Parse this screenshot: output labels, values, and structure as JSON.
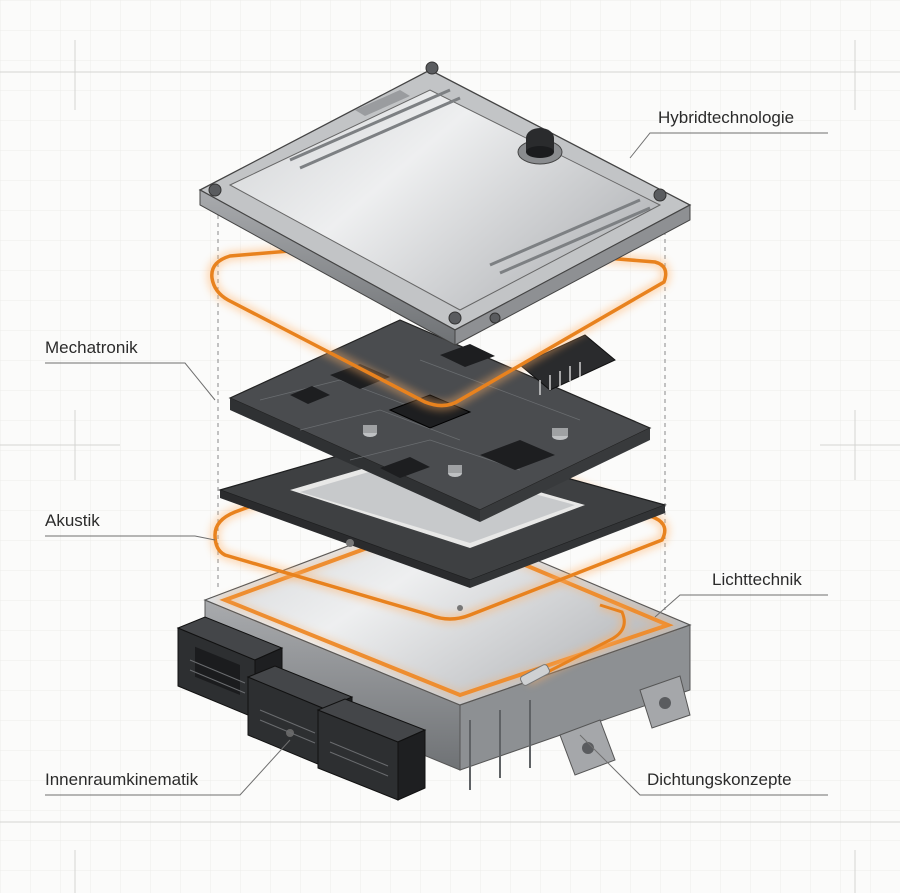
{
  "labels": {
    "hybridtechnologie": "Hybridtechnologie",
    "mechatronik": "Mechatronik",
    "akustik": "Akustik",
    "lichttechnik": "Lichttechnik",
    "innenraumkinematik": "Innenraumkinematik",
    "dichtungskonzepte": "Dichtungskonzepte"
  },
  "colors": {
    "accent": "#e8821e",
    "metal_light": "#d9dadb",
    "metal_dark": "#8e9093",
    "pcb": "#4a4c4f",
    "gasket": "#3e4042",
    "connector": "#2d2f31"
  }
}
